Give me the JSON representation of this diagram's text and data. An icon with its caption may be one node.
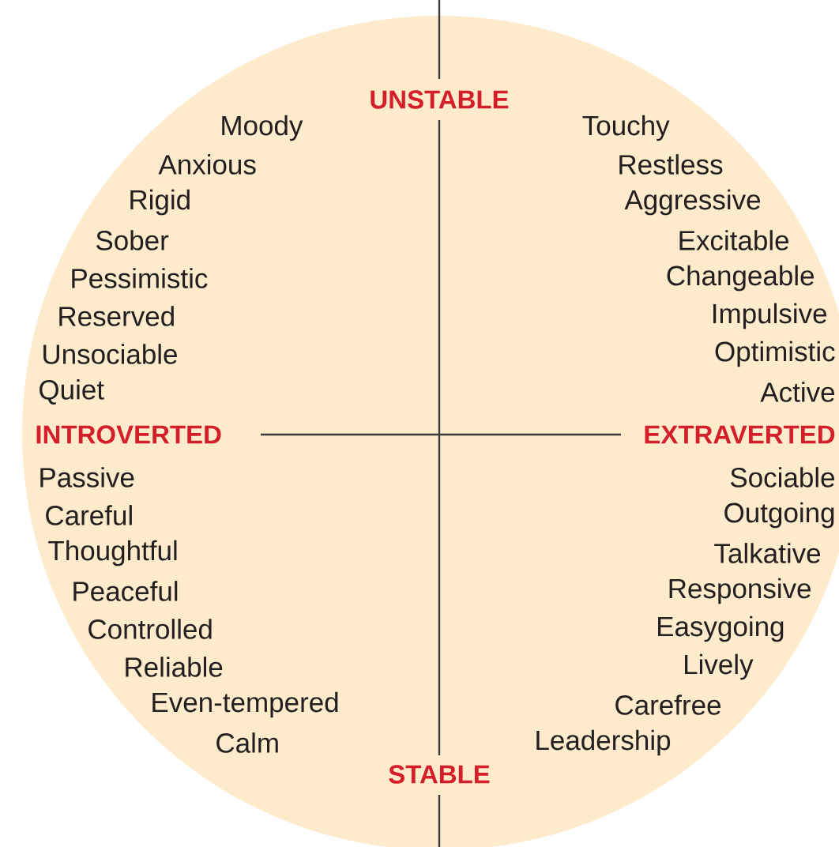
{
  "diagram": {
    "labels": [
      "UNSTABLE",
      "Moody",
      "Touchy",
      "Anxious",
      "Restless",
      "Rigid",
      "Aggressive",
      "Sober",
      "Excitable",
      "Pessimistic",
      "Changeable",
      "Reserved",
      "Impulsive",
      "Unsociable",
      "Optimistic",
      "Quiet",
      "Active",
      "INTROVERTED",
      "EXTRAVERTED",
      "Passive",
      "Sociable",
      "Careful",
      "Outgoing",
      "Thoughtful",
      "Talkative",
      "Peaceful",
      "Responsive",
      "Controlled",
      "Easygoing",
      "Reliable",
      "Lively",
      "Even-tempered",
      "Carefree",
      "Calm",
      "Leadership",
      "STABLE"
    ]
  }
}
